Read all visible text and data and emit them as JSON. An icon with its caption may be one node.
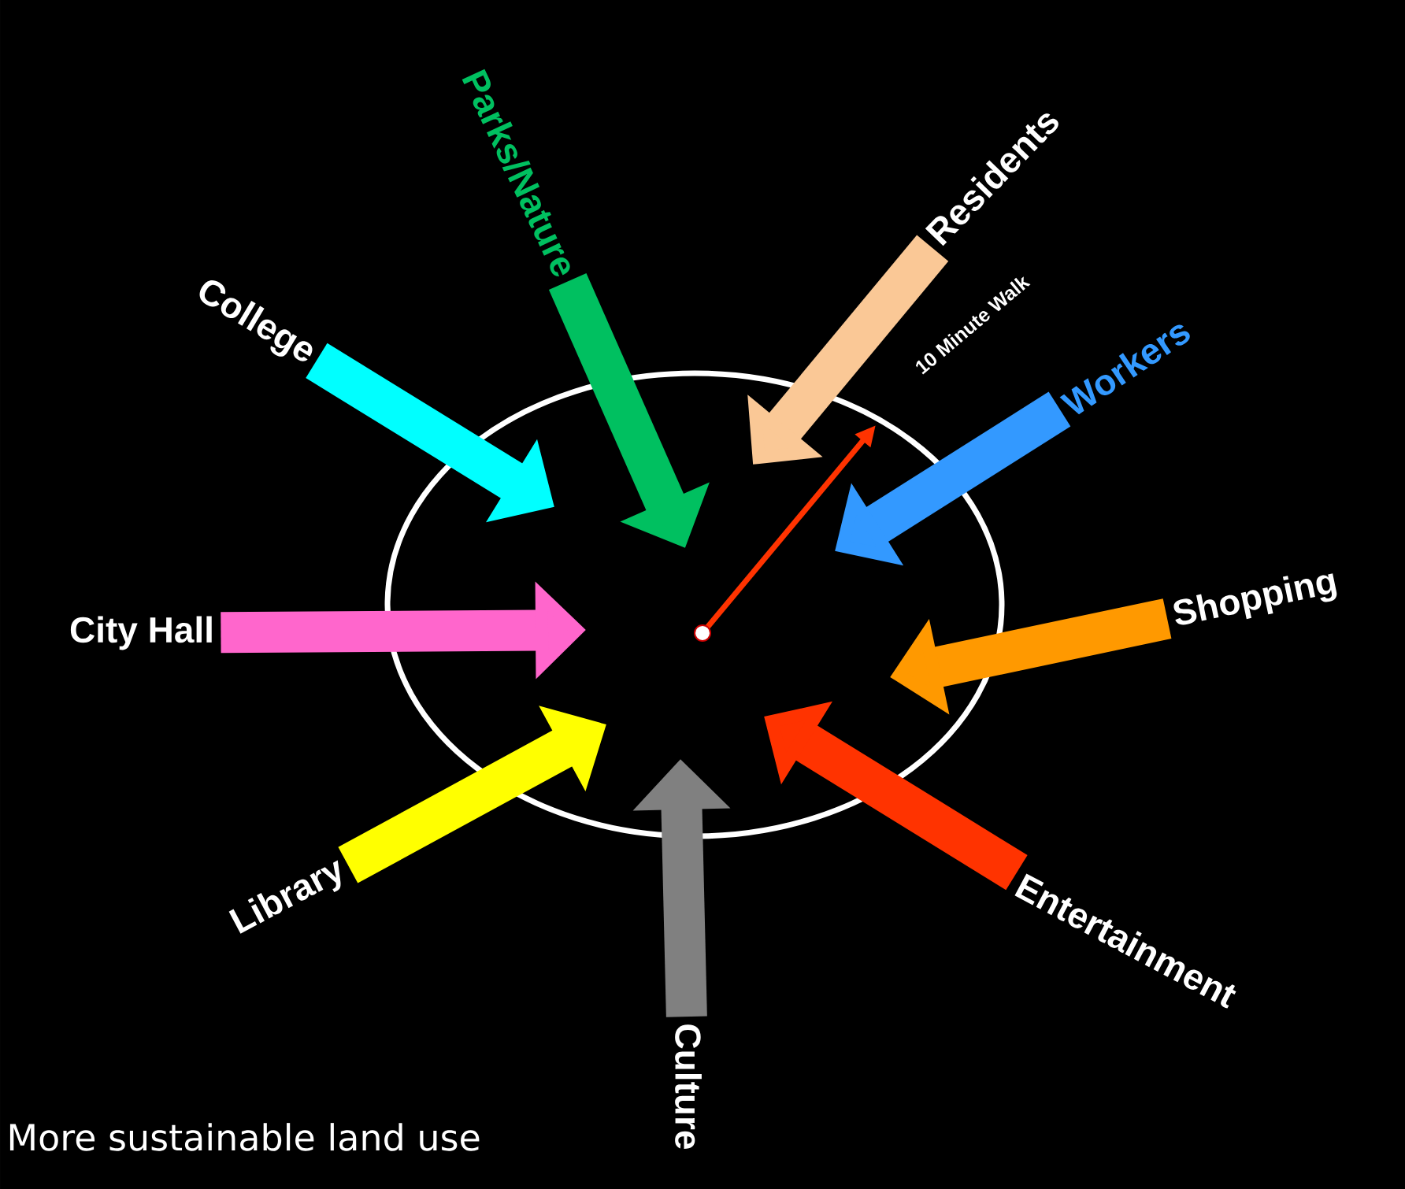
{
  "diagram": {
    "nodes": [
      {
        "text": [
          "Parks/Nature"
        ]
      },
      {
        "text": [
          "Residents"
        ]
      },
      {
        "text": [
          "College"
        ]
      },
      {
        "text": [
          "Workers"
        ]
      },
      {
        "text": [
          "City Hall"
        ]
      },
      {
        "text": [
          "Shopping"
        ]
      },
      {
        "text": [
          "Library"
        ]
      },
      {
        "text": [
          "Entertainment"
        ]
      },
      {
        "text": [
          "Culture"
        ]
      }
    ],
    "edges": [
      {
        "from": 0,
        "to": null,
        "arrow": "to",
        "color": "#00c060"
      },
      {
        "from": 1,
        "to": null,
        "arrow": "to",
        "color": "#fac896"
      },
      {
        "from": 2,
        "to": null,
        "arrow": "to",
        "color": "#00ffff"
      },
      {
        "from": 3,
        "to": null,
        "arrow": "to",
        "color": "#3399ff"
      },
      {
        "from": 4,
        "to": null,
        "arrow": "to",
        "color": "#ff66cc"
      },
      {
        "from": 5,
        "to": null,
        "arrow": "to",
        "color": "#ff9900"
      },
      {
        "from": 6,
        "to": null,
        "arrow": "to",
        "color": "#ffff00"
      },
      {
        "from": 7,
        "to": null,
        "arrow": "to",
        "color": "#ff3300"
      },
      {
        "from": 8,
        "to": null,
        "arrow": "to",
        "color": "#808080"
      }
    ],
    "labels": [
      "10 Minute Walk",
      "More sustainable land use"
    ]
  }
}
